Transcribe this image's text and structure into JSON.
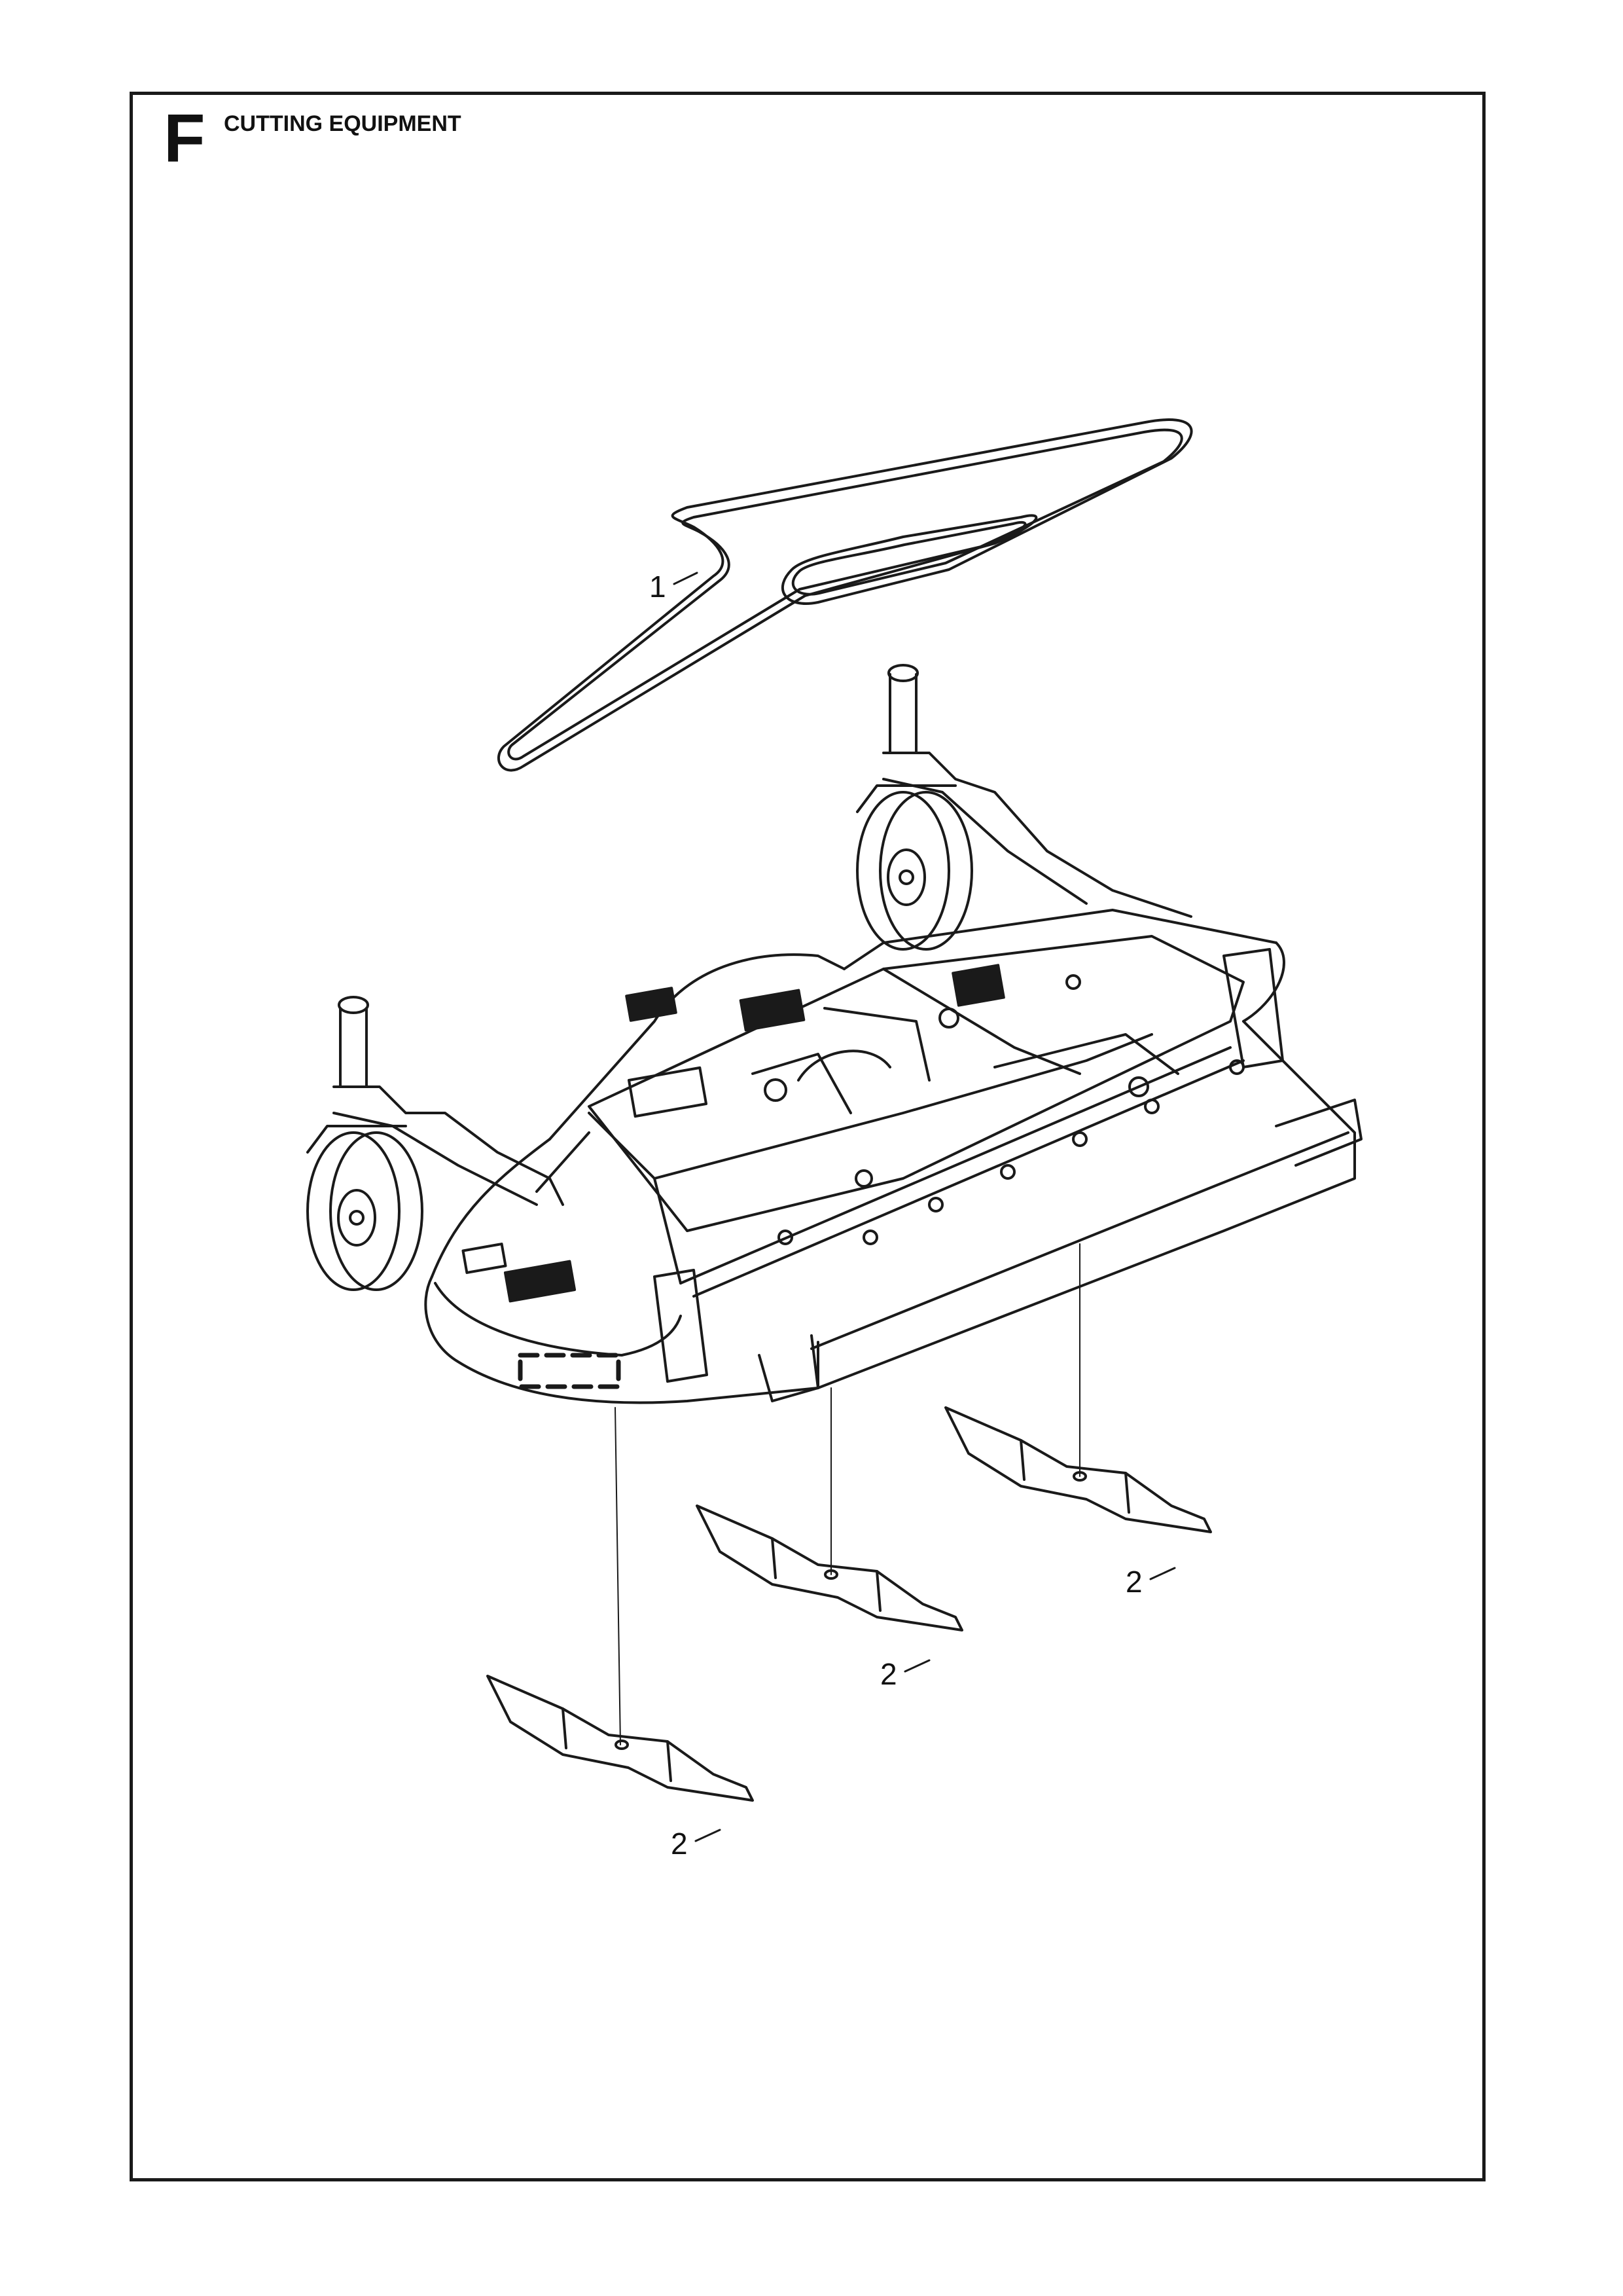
{
  "section": {
    "letter": "F",
    "title": "CUTTING EQUIPMENT"
  },
  "callouts": [
    {
      "id": "belt",
      "number": "1"
    },
    {
      "id": "blade-right",
      "number": "2"
    },
    {
      "id": "blade-middle",
      "number": "2"
    },
    {
      "id": "blade-left",
      "number": "2"
    }
  ],
  "colors": {
    "line": "#1a1a1a",
    "background": "#ffffff"
  }
}
